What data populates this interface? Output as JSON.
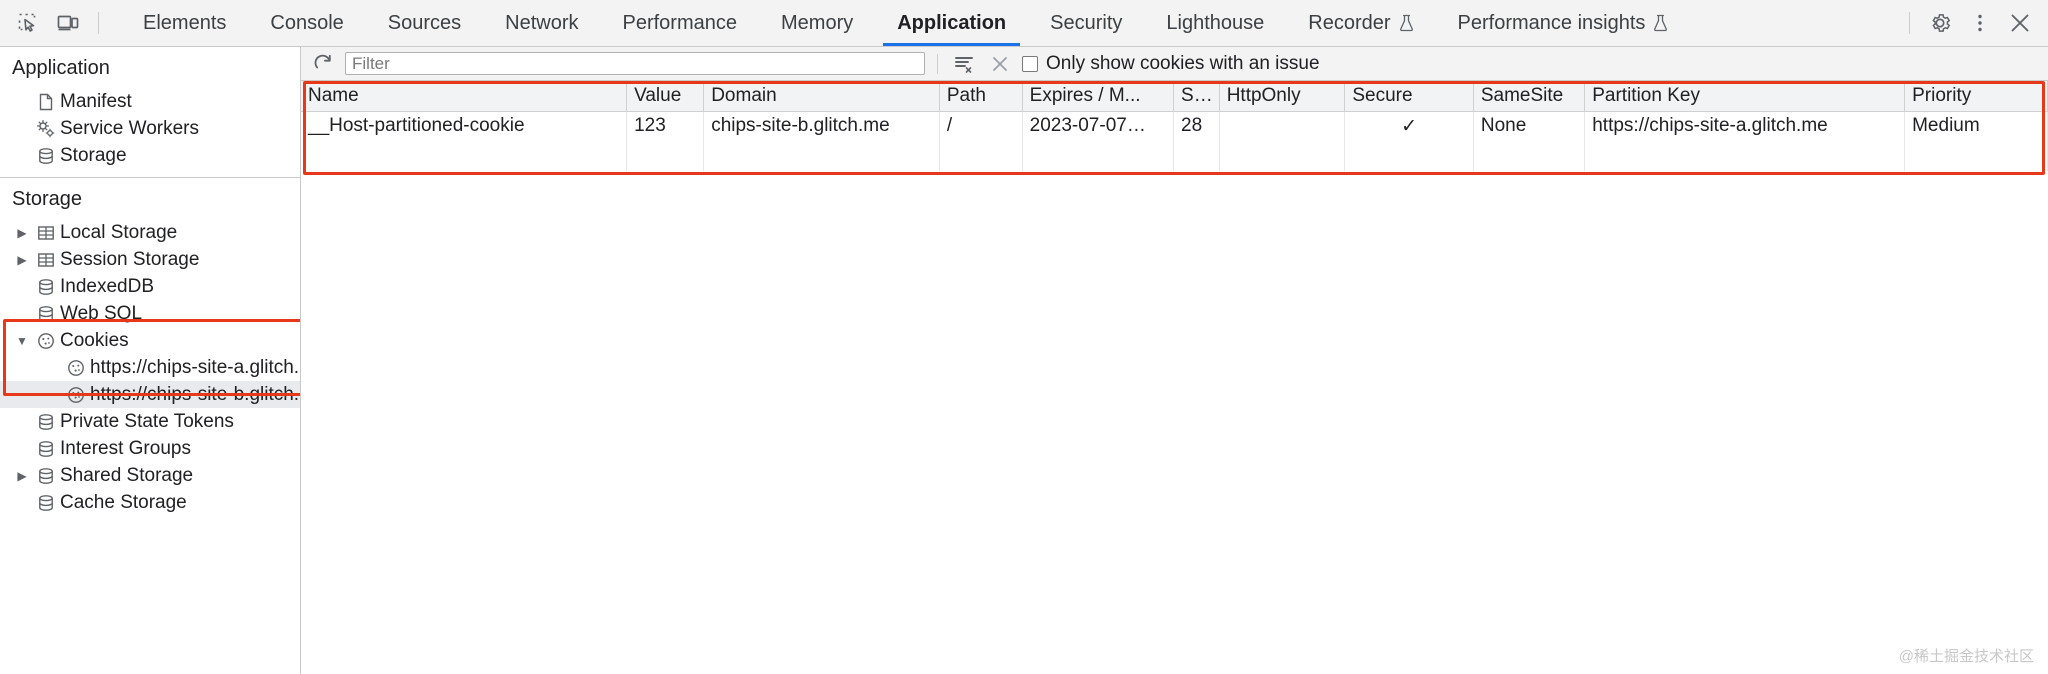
{
  "toolbar": {
    "inspect_icon": "inspect-element-icon",
    "device_icon": "device-toolbar-icon",
    "tabs": [
      {
        "label": "Elements",
        "selected": false,
        "experimental": false
      },
      {
        "label": "Console",
        "selected": false,
        "experimental": false
      },
      {
        "label": "Sources",
        "selected": false,
        "experimental": false
      },
      {
        "label": "Network",
        "selected": false,
        "experimental": false
      },
      {
        "label": "Performance",
        "selected": false,
        "experimental": false
      },
      {
        "label": "Memory",
        "selected": false,
        "experimental": false
      },
      {
        "label": "Application",
        "selected": true,
        "experimental": false
      },
      {
        "label": "Security",
        "selected": false,
        "experimental": false
      },
      {
        "label": "Lighthouse",
        "selected": false,
        "experimental": false
      },
      {
        "label": "Recorder",
        "selected": false,
        "experimental": true
      },
      {
        "label": "Performance insights",
        "selected": false,
        "experimental": true
      }
    ],
    "settings_icon": "gear-icon",
    "more_icon": "kebab-menu-icon",
    "close_icon": "close-icon",
    "accent_color": "#1a73e8"
  },
  "filterbar": {
    "refresh_icon": "refresh-icon",
    "filter_placeholder": "Filter",
    "filter_value": "",
    "clear_filters_icon": "clear-filters-icon",
    "clear_icon": "clear-all-icon",
    "issue_checkbox_label": "Only show cookies with an issue",
    "issue_checkbox_checked": false
  },
  "sidebar": {
    "application_title": "Application",
    "application_items": [
      {
        "label": "Manifest",
        "icon": "manifest-document-icon",
        "expandable": false,
        "indent": 1
      },
      {
        "label": "Service Workers",
        "icon": "service-workers-gear-icon",
        "expandable": false,
        "indent": 1
      },
      {
        "label": "Storage",
        "icon": "database-icon",
        "expandable": false,
        "indent": 1
      }
    ],
    "storage_title": "Storage",
    "storage_items": [
      {
        "label": "Local Storage",
        "icon": "table-icon",
        "expandable": true,
        "expanded": false,
        "indent": 1,
        "selected": false
      },
      {
        "label": "Session Storage",
        "icon": "table-icon",
        "expandable": true,
        "expanded": false,
        "indent": 1,
        "selected": false
      },
      {
        "label": "IndexedDB",
        "icon": "database-icon",
        "expandable": false,
        "expanded": false,
        "indent": 1,
        "selected": false
      },
      {
        "label": "Web SQL",
        "icon": "database-icon",
        "expandable": false,
        "expanded": false,
        "indent": 1,
        "selected": false
      },
      {
        "label": "Cookies",
        "icon": "cookie-icon",
        "expandable": true,
        "expanded": true,
        "indent": 1,
        "selected": false
      },
      {
        "label": "https://chips-site-a.glitch.me",
        "icon": "cookie-icon",
        "expandable": false,
        "expanded": false,
        "indent": 2,
        "selected": false
      },
      {
        "label": "https://chips-site-b.glitch.me",
        "icon": "cookie-icon",
        "expandable": false,
        "expanded": false,
        "indent": 2,
        "selected": true
      },
      {
        "label": "Private State Tokens",
        "icon": "database-icon",
        "expandable": false,
        "expanded": false,
        "indent": 1,
        "selected": false
      },
      {
        "label": "Interest Groups",
        "icon": "database-icon",
        "expandable": false,
        "expanded": false,
        "indent": 1,
        "selected": false
      },
      {
        "label": "Shared Storage",
        "icon": "database-icon",
        "expandable": true,
        "expanded": false,
        "indent": 1,
        "selected": false
      },
      {
        "label": "Cache Storage",
        "icon": "database-icon",
        "expandable": false,
        "expanded": false,
        "indent": 1,
        "selected": false
      }
    ]
  },
  "table": {
    "columns": [
      "Name",
      "Value",
      "Domain",
      "Path",
      "Expires / M...",
      "Size",
      "HttpOnly",
      "Secure",
      "SameSite",
      "Partition Key",
      "Priority"
    ],
    "rows": [
      {
        "name": "__Host-partitioned-cookie",
        "value": "123",
        "domain": "chips-site-b.glitch.me",
        "path": "/",
        "expires": "2023-07-07…",
        "size": "28",
        "httponly": "",
        "secure": "✓",
        "samesite": "None",
        "partition_key": "https://chips-site-a.glitch.me",
        "priority": "Medium"
      }
    ]
  },
  "annotations": {
    "highlight_color": "#e8381a"
  },
  "watermark": "@稀土掘金技术社区"
}
